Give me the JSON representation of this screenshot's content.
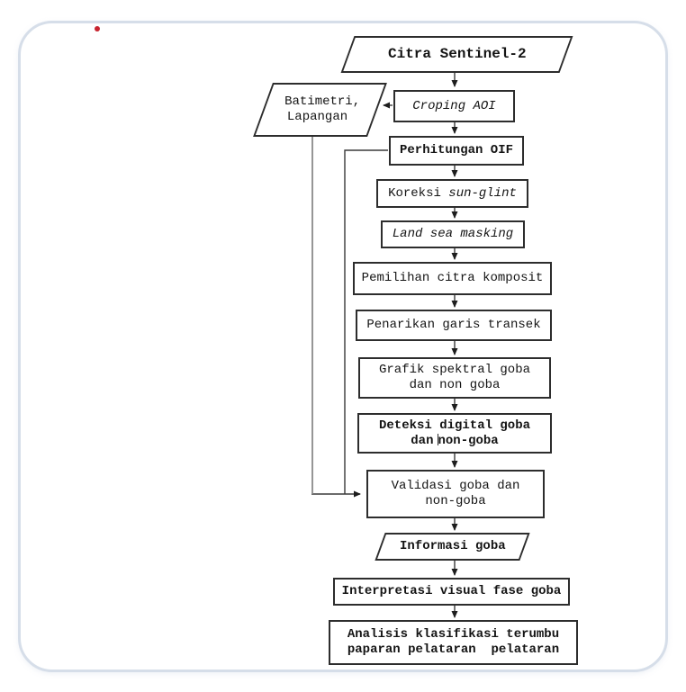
{
  "frame": {
    "border_color": "#d6dee9",
    "marker_dot_color": "#c8242f",
    "line_color": "#3a3a3a",
    "batimetri_line_color": "#8a8a8a"
  },
  "flowchart": {
    "nodes": {
      "citra": {
        "label": "Citra Sentinel-2"
      },
      "croping": {
        "label": "Croping AOI"
      },
      "batimetri": {
        "line1": "Batimetri,",
        "line2": "Lapangan"
      },
      "perhitungan": {
        "label": "Perhitungan OIF"
      },
      "koreksi": {
        "text_regular": "Koreksi ",
        "text_italic": "sun-glint"
      },
      "landsea": {
        "label": "Land sea masking"
      },
      "pemilihan": {
        "label": "Pemilihan citra komposit"
      },
      "penarikan": {
        "label": "Penarikan garis transek"
      },
      "grafik": {
        "line1": "Grafik spektral goba",
        "line2": "dan non goba"
      },
      "deteksi": {
        "line1": "Deteksi digital goba",
        "line2_left": "dan",
        "line2_right": "non-goba"
      },
      "validasi": {
        "line1": "Validasi goba dan",
        "line2": "non-goba"
      },
      "informasi": {
        "label": "Informasi goba"
      },
      "interpretasi": {
        "label": "Interpretasi visual fase goba"
      },
      "analisis": {
        "line1": "Analisis klasifikasi terumbu",
        "line2": "paparan pelataran  pelataran"
      }
    }
  }
}
